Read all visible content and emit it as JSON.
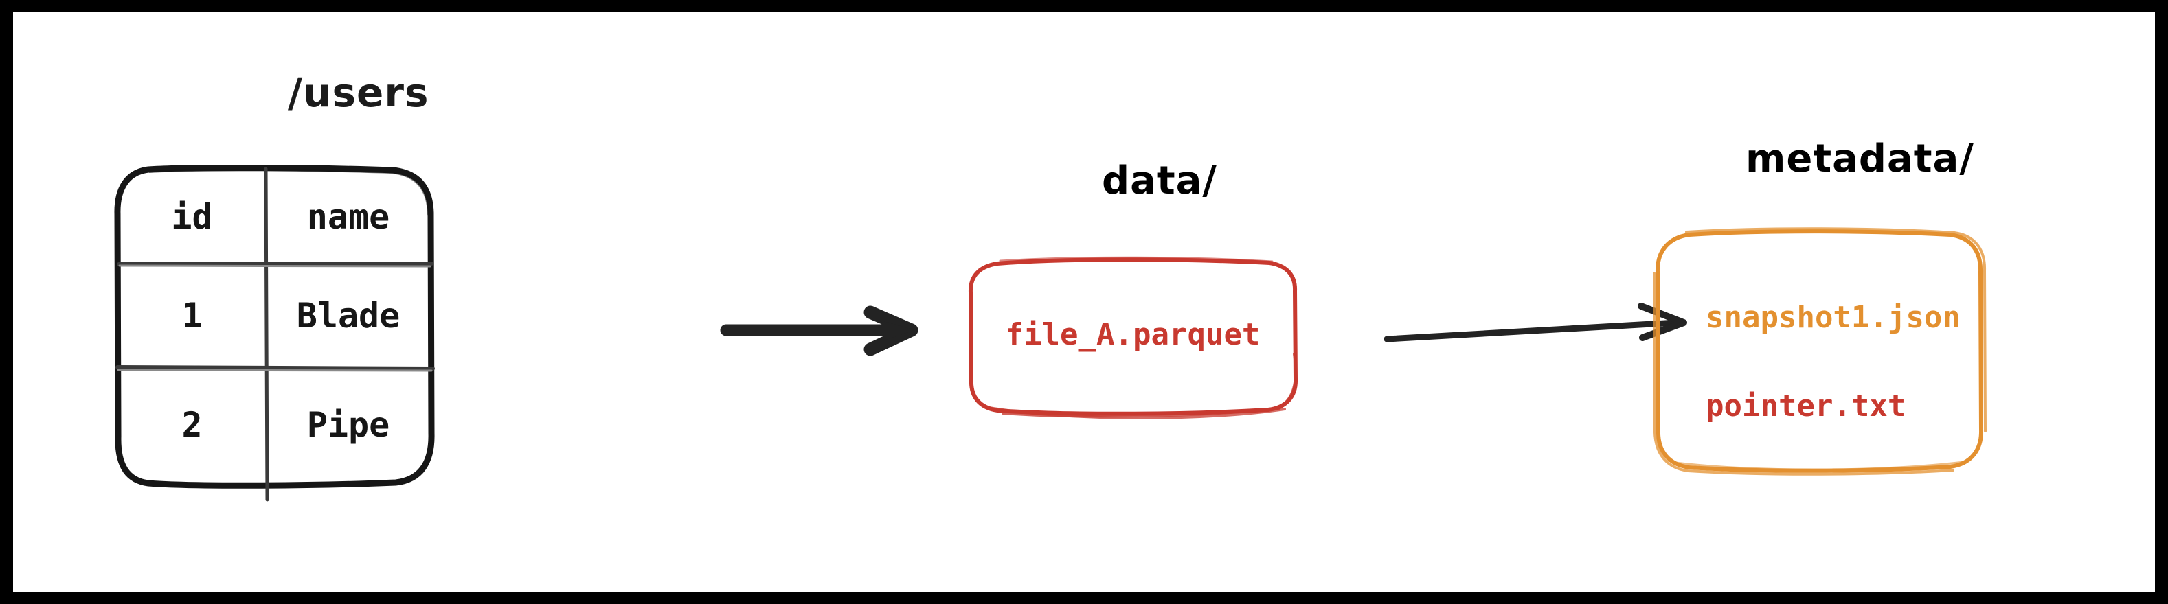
{
  "canvas": {
    "background": "#ffffff",
    "frame_color": "#000000"
  },
  "palette": {
    "ink": "#1b1b1b",
    "red": "#c8392f",
    "orange": "#e3902f",
    "arrow": "#232323"
  },
  "source_table": {
    "caption": "/users",
    "columns": [
      "id",
      "name"
    ],
    "rows": [
      [
        "1",
        "Blade"
      ],
      [
        "2",
        "Pipe"
      ]
    ]
  },
  "data_group": {
    "caption": "data/",
    "color": "#c8392f",
    "files": [
      {
        "name": "file_A.parquet",
        "color": "#c8392f"
      }
    ]
  },
  "metadata_group": {
    "caption": "metadata/",
    "color": "#e3902f",
    "files": [
      {
        "name": "snapshot1.json",
        "color": "#e3902f"
      },
      {
        "name": "pointer.txt",
        "color": "#c8392f"
      }
    ]
  },
  "connectors": [
    {
      "id": "table-to-data",
      "style": "thick-solid-arrow",
      "color": "#232323"
    },
    {
      "id": "data-to-metadata",
      "style": "thin-slanted-arrow",
      "color": "#232323"
    }
  ]
}
